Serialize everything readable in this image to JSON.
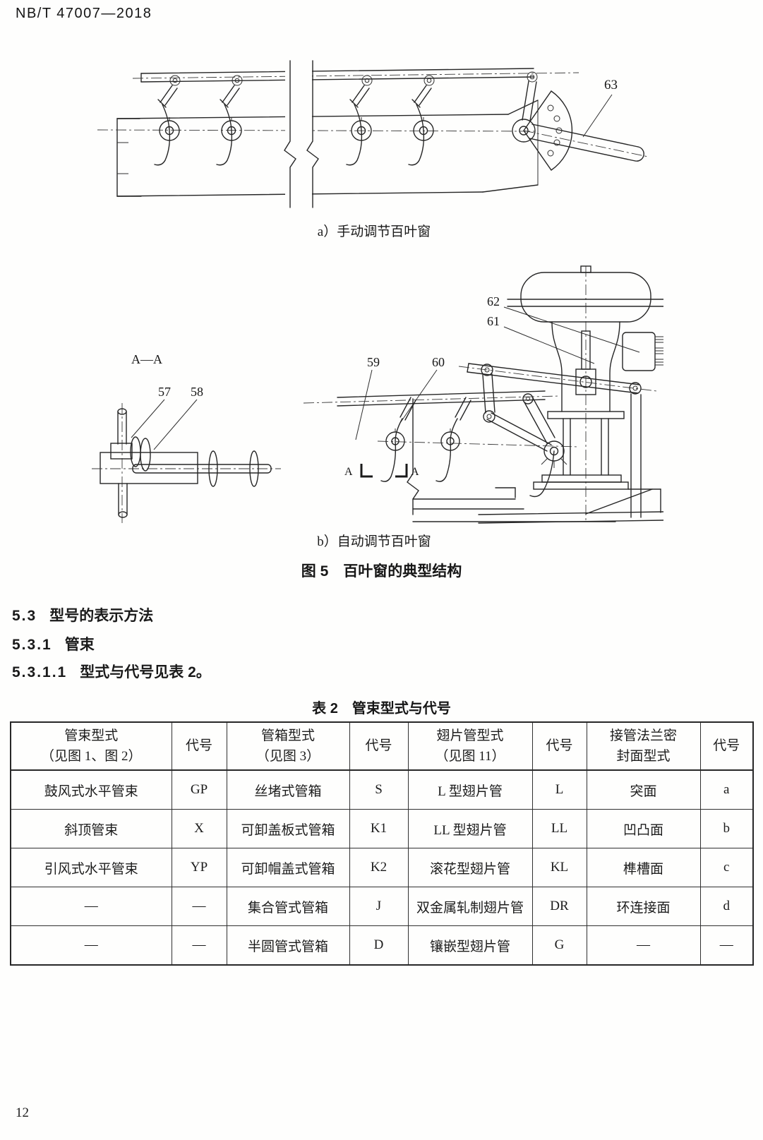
{
  "page": {
    "header": "NB/T 47007—2018",
    "page_number": "12"
  },
  "figure5": {
    "caption_a": "a）手动调节百叶窗",
    "caption_b": "b）自动调节百叶窗",
    "title": "图 5　百叶窗的典型结构",
    "labels": {
      "n57": "57",
      "n58": "58",
      "n59": "59",
      "n60": "60",
      "n61": "61",
      "n62": "62",
      "n63": "63",
      "section_view": "A—A",
      "cut_left": "A",
      "cut_right": "A"
    }
  },
  "sections": [
    {
      "number": "5.3",
      "title": "型号的表示方法"
    },
    {
      "number": "5.3.1",
      "title": "管束"
    },
    {
      "number": "5.3.1.1",
      "title": "型式与代号见表 2。"
    }
  ],
  "table2": {
    "title": "表 2　管束型式与代号",
    "headers": [
      [
        "管束型式",
        "（见图 1、图 2）"
      ],
      [
        "代号",
        ""
      ],
      [
        "管箱型式",
        "（见图 3）"
      ],
      [
        "代号",
        ""
      ],
      [
        "翅片管型式",
        "（见图 11）"
      ],
      [
        "代号",
        ""
      ],
      [
        "接管法兰密",
        "封面型式"
      ],
      [
        "代号",
        ""
      ]
    ],
    "rows": [
      [
        "鼓风式水平管束",
        "GP",
        "丝堵式管箱",
        "S",
        "L 型翅片管",
        "L",
        "突面",
        "a"
      ],
      [
        "斜顶管束",
        "X",
        "可卸盖板式管箱",
        "K1",
        "LL 型翅片管",
        "LL",
        "凹凸面",
        "b"
      ],
      [
        "引风式水平管束",
        "YP",
        "可卸帽盖式管箱",
        "K2",
        "滚花型翅片管",
        "KL",
        "榫槽面",
        "c"
      ],
      [
        "—",
        "—",
        "集合管式管箱",
        "J",
        "双金属轧制翅片管",
        "DR",
        "环连接面",
        "d"
      ],
      [
        "—",
        "—",
        "半圆管式管箱",
        "D",
        "镶嵌型翅片管",
        "G",
        "—",
        "—"
      ]
    ]
  }
}
